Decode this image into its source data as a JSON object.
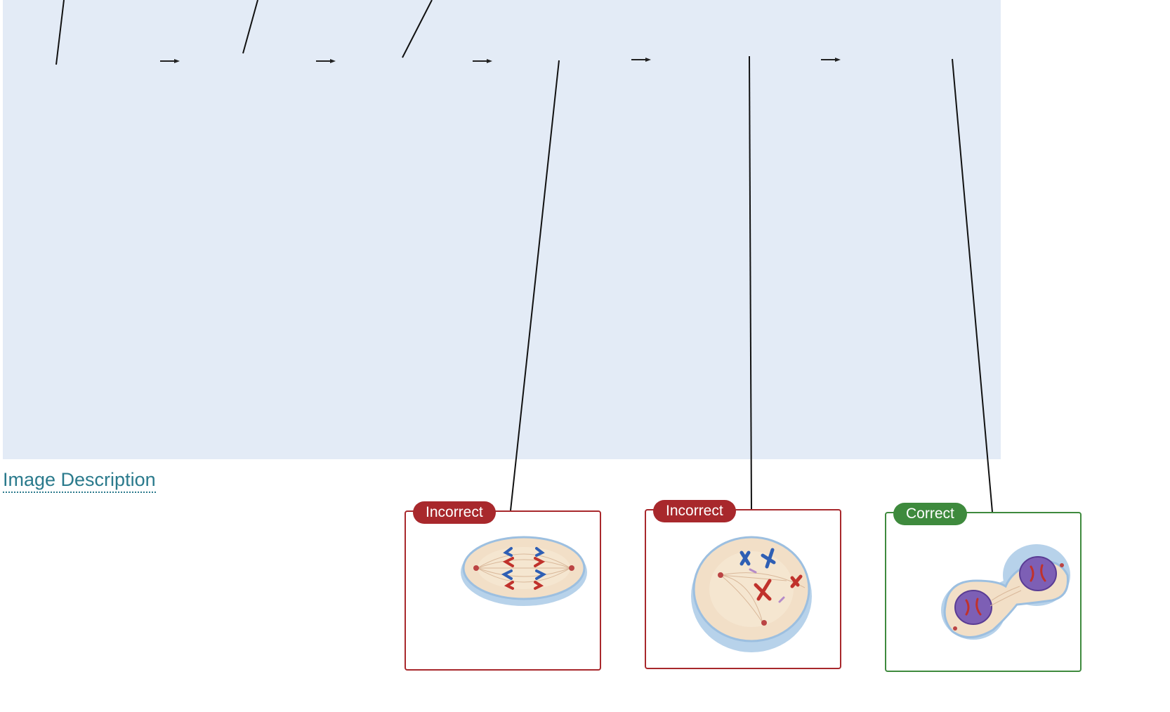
{
  "image_description": {
    "label": "Image Description"
  },
  "answers": [
    {
      "status": "incorrect",
      "badge_label": "Incorrect",
      "image": "anaphase-cell"
    },
    {
      "status": "incorrect",
      "badge_label": "Incorrect",
      "image": "prometaphase-cell"
    },
    {
      "status": "correct",
      "badge_label": "Correct",
      "image": "telophase-cell"
    }
  ],
  "colors": {
    "diagram_background": "#e3ebf6",
    "incorrect": "#a8282c",
    "correct": "#3e8a3d",
    "link": "#2a7a8c"
  }
}
